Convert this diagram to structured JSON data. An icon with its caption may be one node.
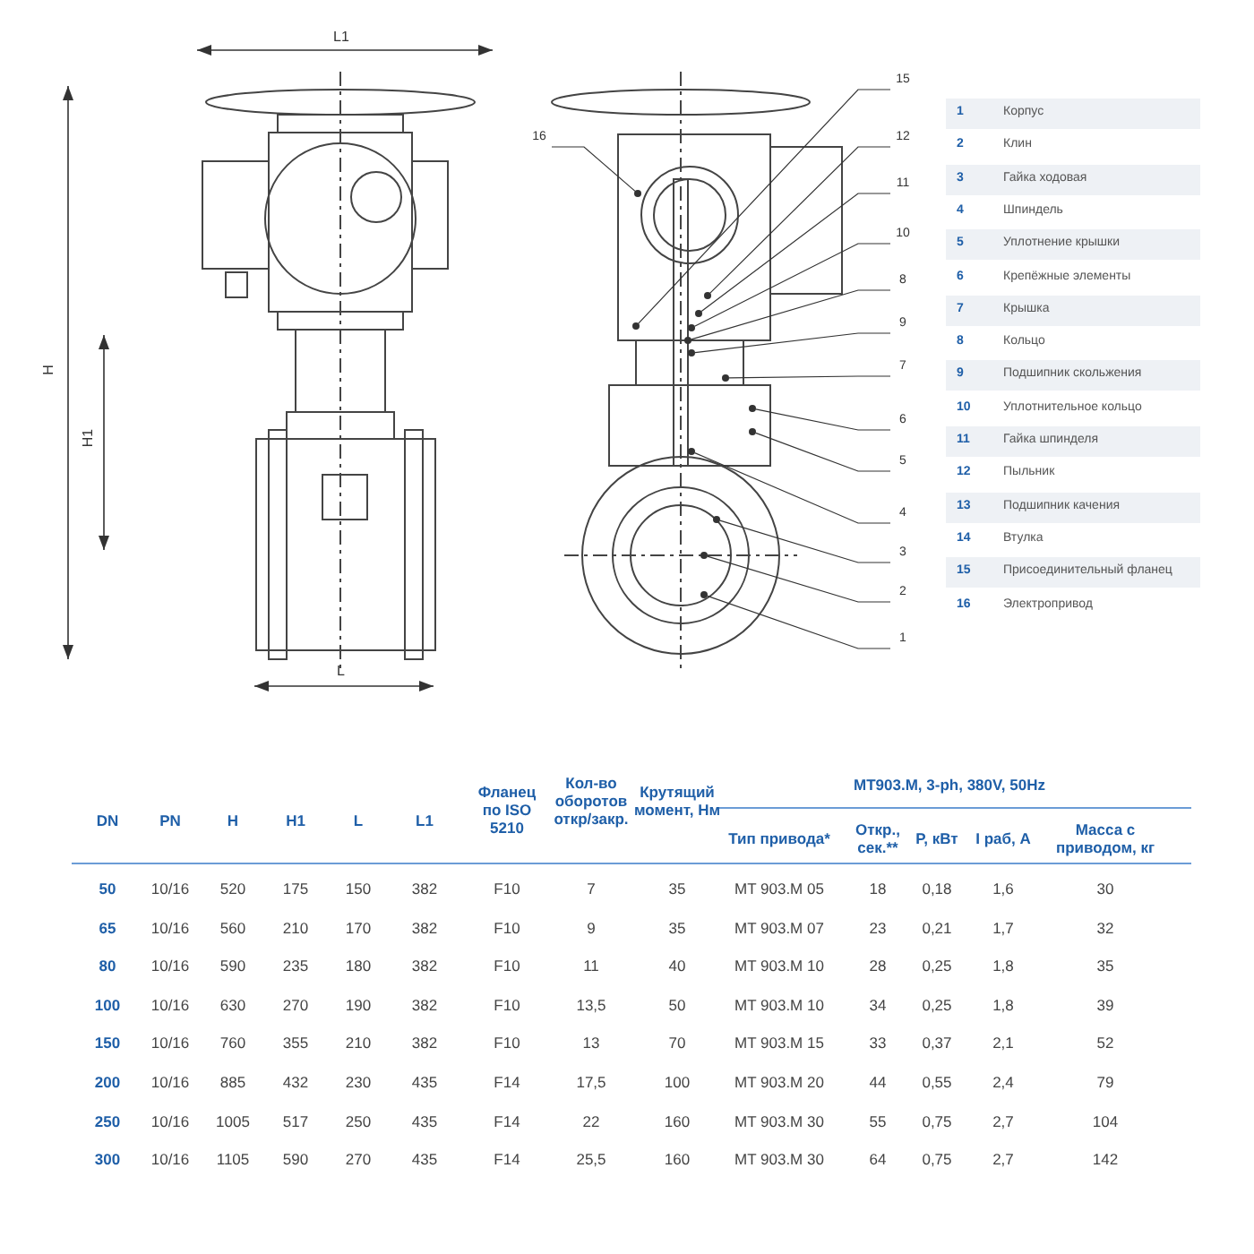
{
  "diagram": {
    "nodes": [
      {
        "text": [
          "15"
        ]
      },
      {
        "text": [
          "16"
        ]
      },
      {
        "text": [
          "12"
        ]
      },
      {
        "text": [
          "11"
        ]
      },
      {
        "text": [
          "10"
        ]
      },
      {
        "text": [
          "8"
        ]
      },
      {
        "text": [
          "9"
        ]
      },
      {
        "text": [
          "7"
        ]
      },
      {
        "text": [
          "6"
        ]
      },
      {
        "text": [
          "5"
        ]
      },
      {
        "text": [
          "4"
        ]
      },
      {
        "text": [
          "3"
        ]
      },
      {
        "text": [
          "2"
        ]
      },
      {
        "text": [
          "1"
        ]
      },
      {
        "text": [],
        "shape": "circle"
      },
      {
        "text": [],
        "shape": "circle"
      },
      {
        "text": [],
        "shape": "circle"
      },
      {
        "text": [],
        "shape": "circle"
      },
      {
        "text": [],
        "shape": "circle"
      },
      {
        "text": [],
        "shape": "circle"
      },
      {
        "text": [],
        "shape": "circle"
      },
      {
        "text": [],
        "shape": "circle"
      },
      {
        "text": [],
        "shape": "circle"
      },
      {
        "text": [],
        "shape": "circle"
      },
      {
        "text": [],
        "shape": "circle"
      },
      {
        "text": [],
        "shape": "circle"
      },
      {
        "text": [],
        "shape": "circle"
      },
      {
        "text": [],
        "shape": "circle"
      }
    ],
    "edges": [
      {
        "from": 0,
        "to": 14,
        "arrow": "none"
      },
      {
        "from": 1,
        "to": 15,
        "arrow": "none"
      },
      {
        "from": 2,
        "to": 16,
        "arrow": "none"
      },
      {
        "from": 3,
        "to": 17,
        "arrow": "none"
      },
      {
        "from": 4,
        "to": 18,
        "arrow": "none"
      },
      {
        "from": 5,
        "to": 19,
        "arrow": "none"
      },
      {
        "from": 6,
        "to": 20,
        "arrow": "none"
      },
      {
        "from": 7,
        "to": 21,
        "arrow": "none"
      },
      {
        "from": 8,
        "to": 22,
        "arrow": "none"
      },
      {
        "from": 9,
        "to": 23,
        "arrow": "none"
      },
      {
        "from": 10,
        "to": 24,
        "arrow": "none"
      },
      {
        "from": 11,
        "to": 25,
        "arrow": "none"
      },
      {
        "from": 12,
        "to": 26,
        "arrow": "none"
      },
      {
        "from": 13,
        "to": 27,
        "arrow": "none"
      }
    ],
    "labels": [
      "L1",
      "H",
      "H1",
      "L",
      "1",
      "Корпус",
      "2",
      "Клин",
      "3",
      "Гайка ходовая",
      "4",
      "Шпиндель",
      "5",
      "Уплотнение крышки",
      "6",
      "Крепёжные элементы",
      "7",
      "Крышка",
      "8",
      "Кольцо",
      "9",
      "Подшипник скольжения",
      "10",
      "Уплотнительное кольцо",
      "11",
      "Гайка шпинделя",
      "12",
      "Пыльник",
      "13",
      "Подшипник качения",
      "14",
      "Втулка",
      "15",
      "Присоединительный фланец",
      "16",
      "Электропривод",
      "DN",
      "PN",
      "H",
      "H1",
      "L",
      "L1",
      "Фланец по ISO 5210",
      "Кол-во оборотов откр/закр.",
      "Крутящий момент, Нм",
      "MT903.M, 3-ph, 380V, 50Hz",
      "Тип привода*",
      "Откр., сек.**",
      "Р, кВт",
      "I раб, А",
      "Масса с приводом, кг",
      "50",
      "10/16",
      "520",
      "175",
      "150",
      "382",
      "F10",
      "7",
      "35",
      "MT 903.M 05",
      "18",
      "0,18",
      "1,6",
      "30",
      "65",
      "10/16",
      "560",
      "210",
      "170",
      "382",
      "F10",
      "9",
      "35",
      "MT 903.M 07",
      "23",
      "0,21",
      "1,7",
      "32",
      "80",
      "10/16",
      "590",
      "235",
      "180",
      "382",
      "F10",
      "11",
      "40",
      "MT 903.M 10",
      "28",
      "0,25",
      "1,8",
      "35",
      "100",
      "10/16",
      "630",
      "270",
      "190",
      "382",
      "F10",
      "13,5",
      "50",
      "MT 903.M 10",
      "34",
      "0,25",
      "1,8",
      "39",
      "150",
      "10/16",
      "760",
      "355",
      "210",
      "382",
      "F10",
      "13",
      "70",
      "MT 903.M 15",
      "33",
      "0,37",
      "2,1",
      "52",
      "200",
      "10/16",
      "885",
      "432",
      "230",
      "435",
      "F14",
      "17,5",
      "100",
      "MT 903.M 20",
      "44",
      "0,55",
      "2,4",
      "79",
      "250",
      "10/16",
      "1005",
      "517",
      "250",
      "435",
      "F14",
      "22",
      "160",
      "MT 903.M 30",
      "55",
      "0,75",
      "2,7",
      "104",
      "300",
      "10/16",
      "1105",
      "590",
      "270",
      "435",
      "F14",
      "25,5",
      "160",
      "MT 903.M 30",
      "64",
      "0,75",
      "2,7",
      "142"
    ]
  }
}
